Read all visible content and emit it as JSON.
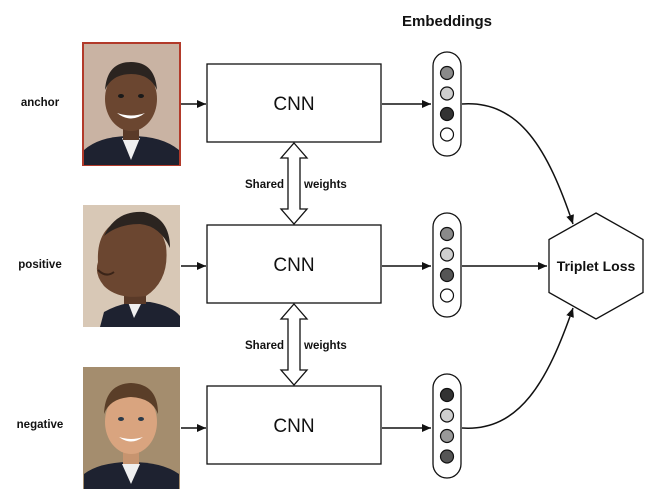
{
  "title": "Embeddings",
  "rows": [
    {
      "role": "anchor",
      "network": "CNN",
      "photo": "obama-portrait-photo",
      "embedding": [
        "#8a8a8a",
        "#cfcfcf",
        "#333333",
        "#ffffff"
      ]
    },
    {
      "role": "positive",
      "network": "CNN",
      "photo": "obama-profile-photo",
      "embedding": [
        "#8a8a8a",
        "#cfcfcf",
        "#555555",
        "#ffffff"
      ]
    },
    {
      "role": "negative",
      "network": "CNN",
      "photo": "macron-portrait-photo",
      "embedding": [
        "#333333",
        "#cfcfcf",
        "#999999",
        "#555555"
      ]
    }
  ],
  "shared": [
    {
      "left": "Shared",
      "right": "weights"
    },
    {
      "left": "Shared",
      "right": "weights"
    }
  ],
  "loss": "Triplet Loss"
}
